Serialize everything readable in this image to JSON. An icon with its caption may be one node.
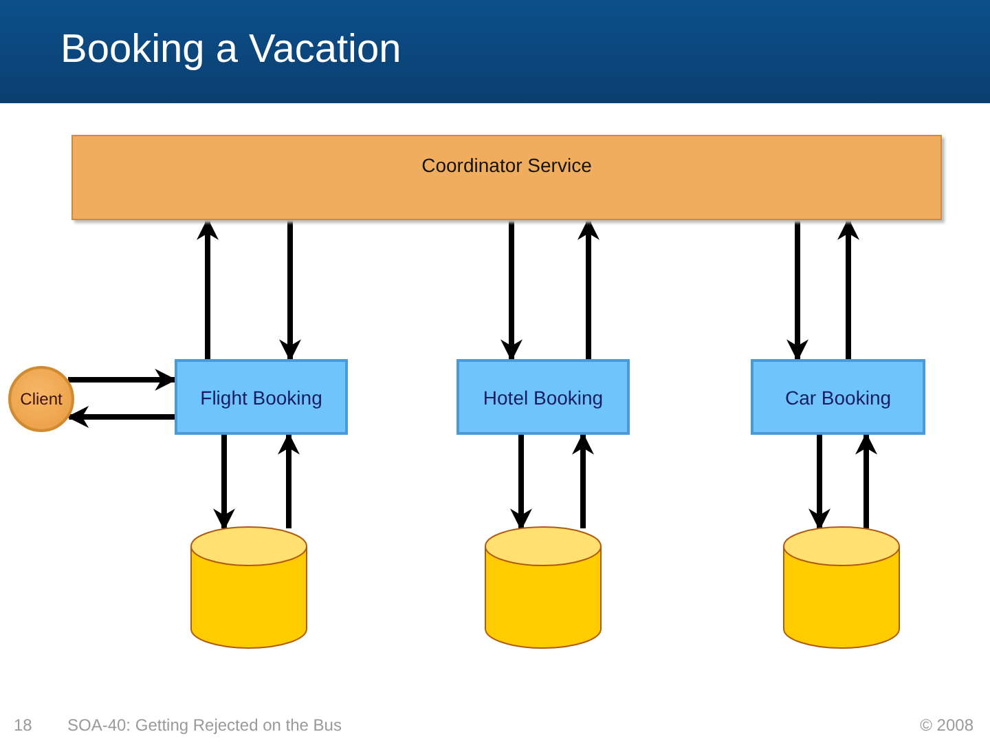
{
  "diagram": {
    "title": "Booking a Vacation",
    "nodes": [
      {
        "text": [
          "Coordinator Service"
        ]
      },
      {
        "text": [
          "Client"
        ]
      },
      {
        "text": [
          "Flight Booking"
        ]
      },
      {
        "text": [
          "Hotel Booking"
        ]
      },
      {
        "text": [
          "Car Booking"
        ]
      },
      {
        "text": [],
        "shape": "cylinder"
      },
      {
        "text": [],
        "shape": "cylinder"
      },
      {
        "text": [],
        "shape": "cylinder"
      }
    ],
    "edges": [
      {
        "from": 2,
        "to": 0,
        "arrow": "to"
      },
      {
        "from": 0,
        "to": 2,
        "arrow": "to"
      },
      {
        "from": 0,
        "to": 3,
        "arrow": "to"
      },
      {
        "from": 3,
        "to": 0,
        "arrow": "to"
      },
      {
        "from": 0,
        "to": 4,
        "arrow": "to"
      },
      {
        "from": 4,
        "to": 0,
        "arrow": "to"
      },
      {
        "from": 1,
        "to": 2,
        "arrow": "to"
      },
      {
        "from": 2,
        "to": 1,
        "arrow": "to"
      },
      {
        "from": 2,
        "to": 5,
        "arrow": "to"
      },
      {
        "from": 5,
        "to": 2,
        "arrow": "to"
      },
      {
        "from": 3,
        "to": 6,
        "arrow": "to"
      },
      {
        "from": 6,
        "to": 3,
        "arrow": "to"
      },
      {
        "from": 4,
        "to": 7,
        "arrow": "to"
      },
      {
        "from": 7,
        "to": 4,
        "arrow": "to"
      }
    ],
    "labels": [
      "18",
      "SOA-40: Getting Rejected on the Bus",
      "© 2008"
    ]
  }
}
